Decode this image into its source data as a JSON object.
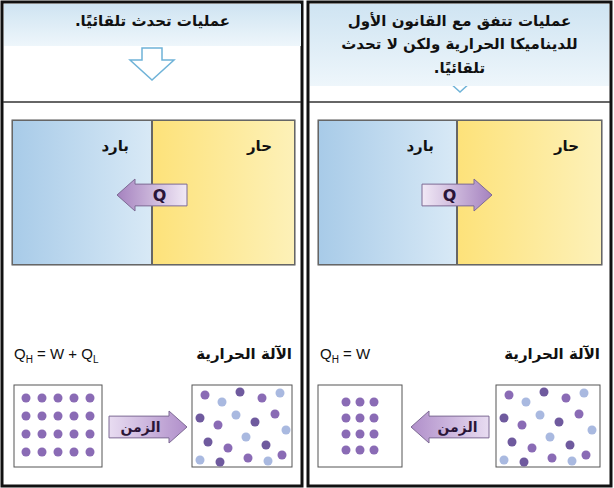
{
  "diagram": {
    "nodes": [
      {
        "text": [
          "عمليات تتفق مع القانون الأول للديناميكا الحرارية ولكن لا تحدث تلقائيًا."
        ]
      },
      {
        "text": [
          "حار"
        ]
      },
      {
        "text": [
          "بارد"
        ]
      },
      {
        "text": [
          "Q"
        ]
      },
      {
        "text": [
          "الزمن"
        ]
      },
      {
        "text": [
          "عمليات تحدث تلقائيًا."
        ]
      },
      {
        "text": [
          "حار"
        ]
      },
      {
        "text": [
          "بارد"
        ]
      },
      {
        "text": [
          "Q"
        ]
      },
      {
        "text": [
          "الزمن"
        ]
      }
    ],
    "labels": [
      "الآلة الحرارية",
      "QH = W",
      "الآلة الحرارية",
      "QH = W + QL"
    ]
  }
}
